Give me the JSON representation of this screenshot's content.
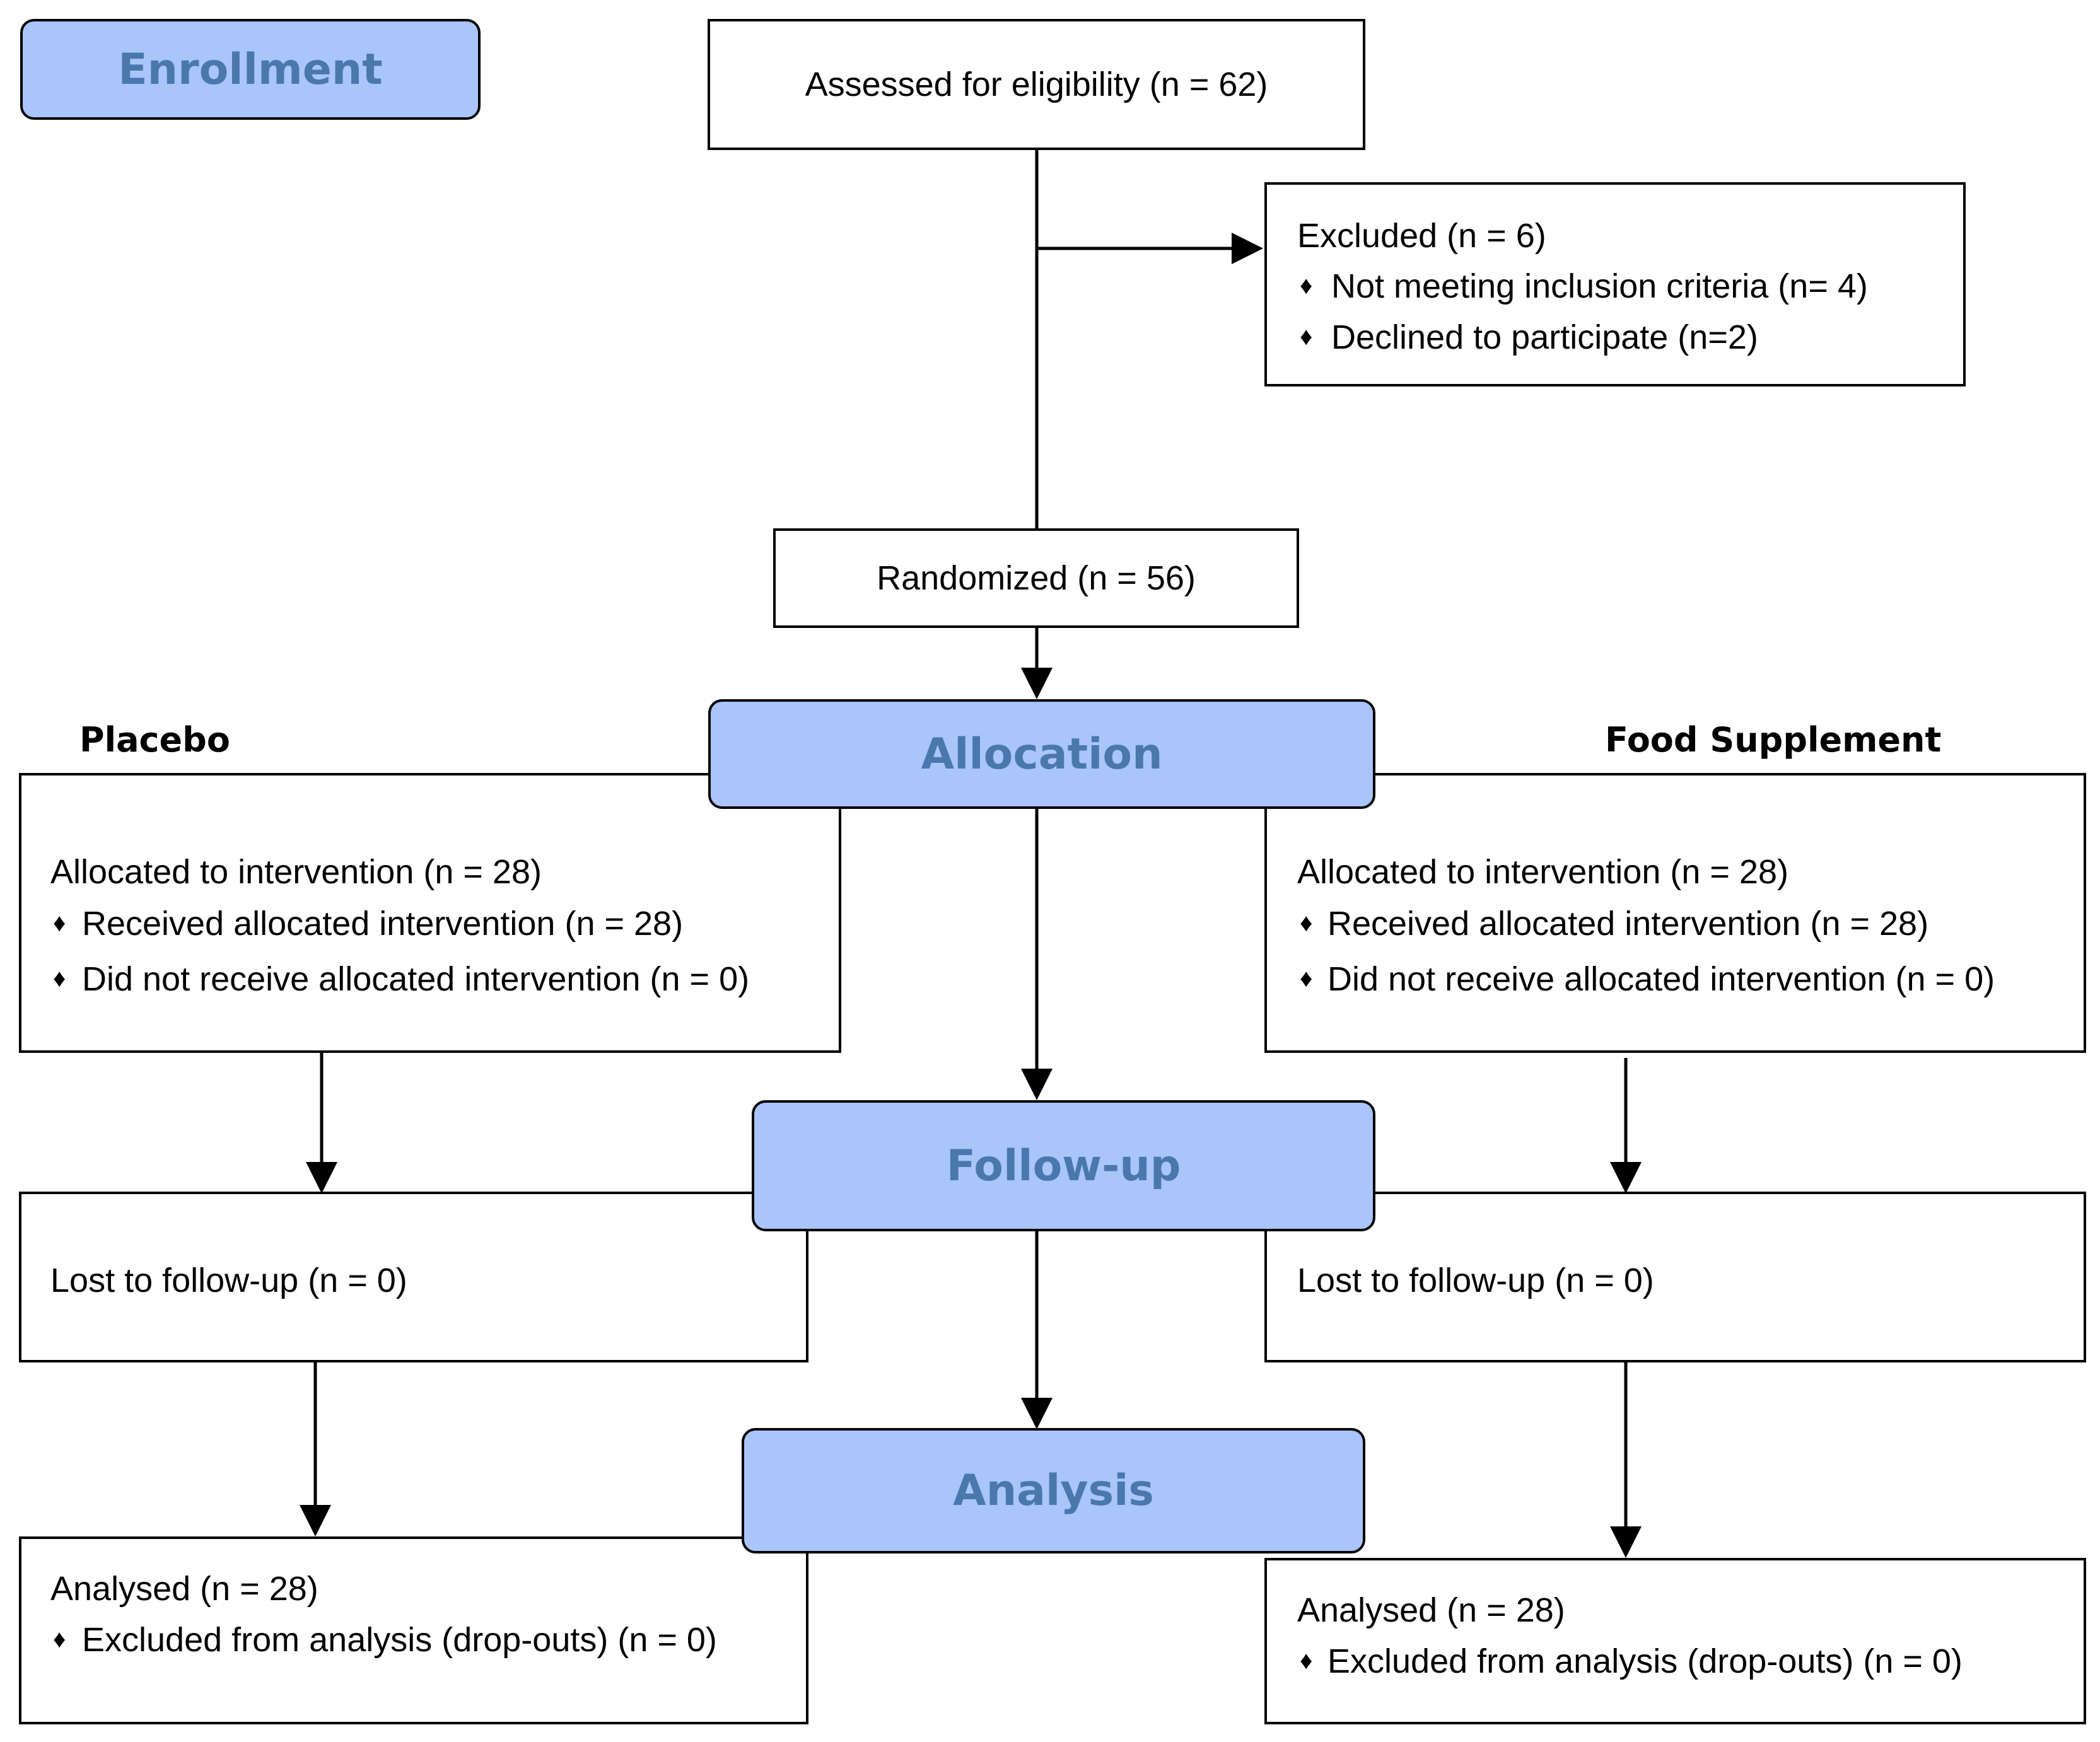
{
  "stages": {
    "enrollment": "Enrollment",
    "allocation": "Allocation",
    "follow_up": "Follow-up",
    "analysis": "Analysis"
  },
  "groups": {
    "left": "Placebo",
    "right": "Food Supplement"
  },
  "bullet_symbol": "♦",
  "enrollment": {
    "assessed": "Assessed for eligibility (n = 62)",
    "excluded": {
      "title": "Excluded (n = 6)",
      "items": [
        "Not meeting inclusion criteria (n= 4)",
        "Declined to participate (n=2)"
      ]
    },
    "randomized": "Randomized (n = 56)"
  },
  "placebo": {
    "allocation": {
      "title": "Allocated to intervention (n = 28)",
      "items": [
        "Received allocated intervention (n = 28)",
        "Did not receive allocated intervention (n = 0)"
      ]
    },
    "follow_up": "Lost to follow-up (n = 0)",
    "analysis": {
      "title": "Analysed (n = 28)",
      "items": [
        "Excluded from analysis (drop-outs) (n = 0)"
      ]
    }
  },
  "food_supplement": {
    "allocation": {
      "title": "Allocated to intervention (n = 28)",
      "items": [
        "Received allocated intervention (n = 28)",
        "Did not receive allocated intervention (n = 0)"
      ]
    },
    "follow_up": "Lost to follow-up (n = 0)",
    "analysis": {
      "title": "Analysed (n = 28)",
      "items": [
        "Excluded from analysis (drop-outs) (n = 0)"
      ]
    }
  },
  "colors": {
    "stage_fill": "#a9c5fa",
    "stage_text": "#4a78ad",
    "border": "#000000"
  }
}
